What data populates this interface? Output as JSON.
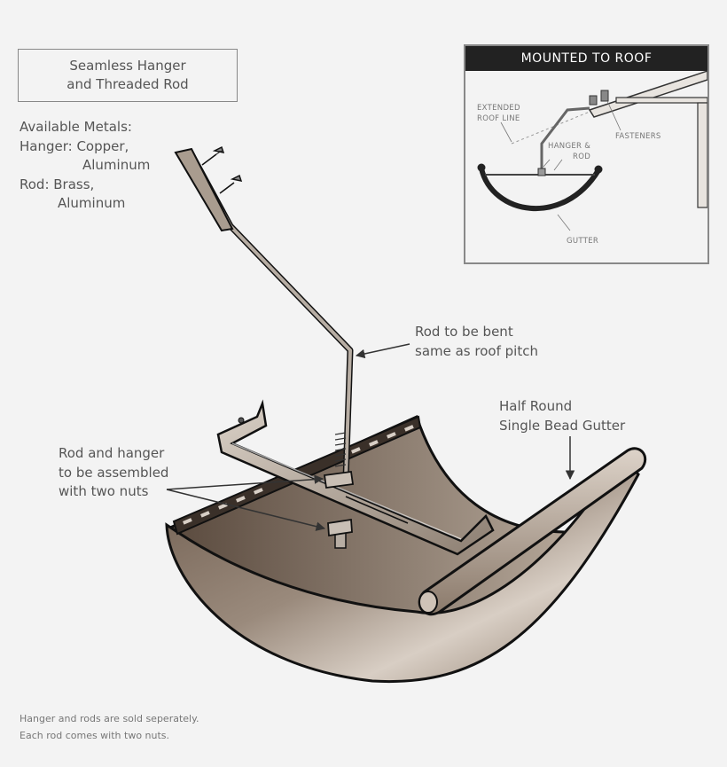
{
  "title_box": {
    "line1": "Seamless Hanger",
    "line2": "and Threaded Rod"
  },
  "metals": {
    "line1": "Available Metals:",
    "line2": "Hanger: Copper,",
    "line3": "Aluminum",
    "line4": "Rod: Brass,",
    "line5": "Aluminum"
  },
  "callouts": {
    "rod_bent_1": "Rod to be bent",
    "rod_bent_2": "same as roof pitch",
    "gutter_1": "Half Round",
    "gutter_2": "Single Bead Gutter",
    "assembly_1": "Rod and hanger",
    "assembly_2": "to be assembled",
    "assembly_3": "with two nuts"
  },
  "inset": {
    "heading": "MOUNTED TO ROOF",
    "roof_line_1": "EXTENDED",
    "roof_line_2": "ROOF LINE",
    "hanger_1": "HANGER &",
    "hanger_2": "ROD",
    "fasteners": "FASTENERS",
    "gutter": "GUTTER"
  },
  "footnote": {
    "line1": "Hanger and rods are sold seperately.",
    "line2": "Each rod comes with two nuts."
  },
  "colors": {
    "background": "#f3f3f3",
    "gutter_body": "#7c6a5a",
    "gutter_highlight": "#c9bcae",
    "metal": "#a89c90",
    "inset_header": "#222222"
  }
}
